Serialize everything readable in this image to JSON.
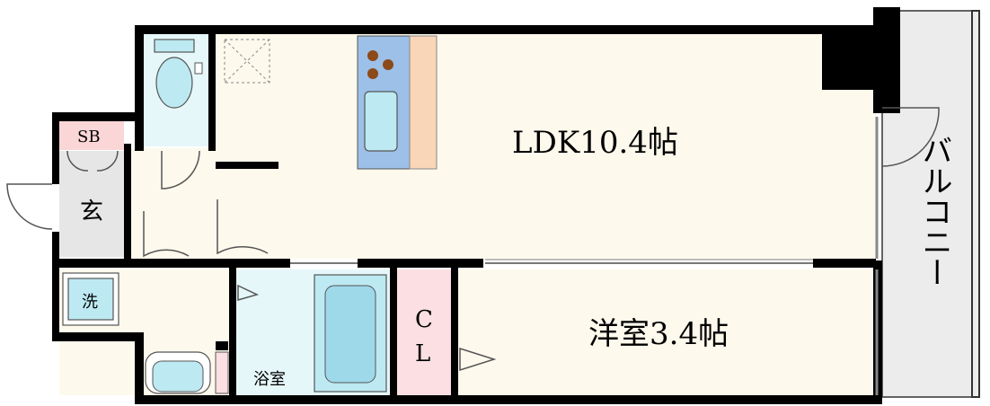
{
  "rooms": {
    "ldk": "LDK10.4帖",
    "bedroom": "洋室3.4帖",
    "bath": "浴室",
    "entrance": "玄",
    "washer": "洗",
    "shoe_box": "SB",
    "closet_c": "C",
    "closet_l": "L",
    "balcony": "バルコニー"
  },
  "colors": {
    "floor": "#fdf9ec",
    "wet_area": "#e6f7fa",
    "entrance": "#e6e6e6",
    "shoe_box": "#fbd6d6",
    "closet": "#fbdfe2",
    "balcony": "#ececec",
    "kitchen_counter": "#9cc0e8",
    "kitchen_side": "#f9d6b8",
    "fixture": "#bde9f2",
    "burner": "#8b4a18",
    "wall": "#000000"
  }
}
